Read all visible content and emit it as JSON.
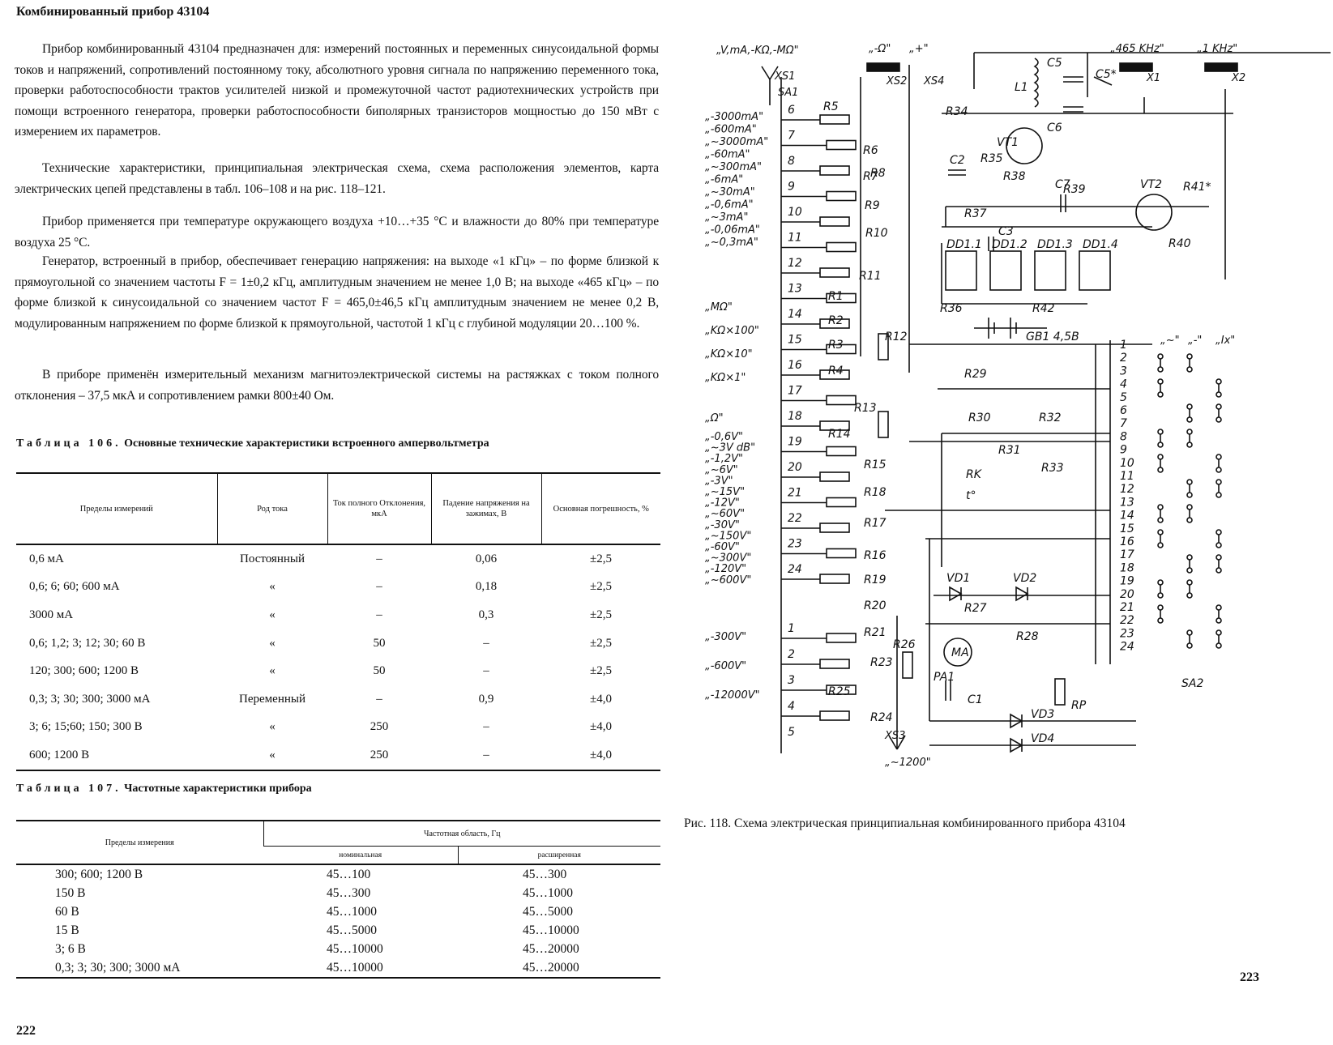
{
  "left_page": {
    "title": "Комбинированный прибор 43104",
    "paragraphs": [
      "Прибор комбинированный 43104 предназначен для: измерений постоянных и переменных синусоидальной формы токов и напряжений, сопротивлений постоянному току, абсолютного уровня сигнала по напряжению переменного тока, проверки работоспособности трактов усилителей низкой и промежуточной частот радиотехнических устройств при помощи встроенного генератора, проверки работоспособности биполярных транзисторов мощностью до 150 мВт с измерением их параметров.",
      "Технические характеристики, принципиальная электрическая схема, схема расположения элементов, карта электрических цепей представлены в табл. 106–108 и на рис. 118–121.",
      "Прибор применяется при температуре окружающего воздуха +10…+35 °С и влажности до 80% при температуре воздуха 25 °С.",
      "Генератор, встроенный в прибор, обеспечивает генерацию напряжения: на выходе «1 кГц» – по форме близкой к прямоугольной со значением частоты F = 1±0,2 кГц, амплитудным значением не менее 1,0 В; на выходе «465 кГц» – по форме близкой к синусоидальной со значением частот F = 465,0±46,5 кГц амплитудным значением не менее 0,2 В, модулированным напряжением по форме близкой к прямоугольной, частотой 1 кГц с глубиной модуляции 20…100 %.",
      "В приборе применён измерительный механизм магнитоэлектрической системы на растяжках с током полного отклонения – 37,5 мкА и сопротивлением рамки 800±40 Ом."
    ],
    "table106": {
      "caption_prefix": "Таблица 106.",
      "caption": "Основные технические характеристики встроенного ампервольтметра",
      "headers": [
        "Пределы измерений",
        "Род тока",
        "Ток полного Отклонения, мкА",
        "Падение напряжения на зажимах, В",
        "Основная погрешность, %"
      ],
      "rows": [
        [
          "0,6 мА",
          "Постоянный",
          "–",
          "0,06",
          "±2,5"
        ],
        [
          "0,6; 6; 60; 600 мА",
          "«",
          "–",
          "0,18",
          "±2,5"
        ],
        [
          "3000 мА",
          "«",
          "–",
          "0,3",
          "±2,5"
        ],
        [
          "0,6; 1,2; 3; 12; 30; 60 В",
          "«",
          "50",
          "–",
          "±2,5"
        ],
        [
          "120; 300; 600; 1200 В",
          "«",
          "50",
          "–",
          "±2,5"
        ],
        [
          "0,3; 3; 30; 300; 3000 мА",
          "Переменный",
          "–",
          "0,9",
          "±4,0"
        ],
        [
          "3; 6; 15;60; 150; 300 В",
          "«",
          "250",
          "–",
          "±4,0"
        ],
        [
          "600; 1200 В",
          "«",
          "250",
          "–",
          "±4,0"
        ]
      ]
    },
    "table107": {
      "caption_prefix": "Таблица 107.",
      "caption": "Частотные характеристики прибора",
      "header_limits": "Пределы измерения",
      "header_freq": "Частотная область, Гц",
      "header_nominal": "номинальная",
      "header_extended": "расширенная",
      "rows": [
        [
          "300; 600; 1200 В",
          "45…100",
          "45…300"
        ],
        [
          "150 В",
          "45…300",
          "45…1000"
        ],
        [
          "60 В",
          "45…1000",
          "45…5000"
        ],
        [
          "15 В",
          "45…5000",
          "45…10000"
        ],
        [
          "3; 6 В",
          "45…10000",
          "45…20000"
        ],
        [
          "0,3; 3; 30; 300; 3000 мА",
          "45…10000",
          "45…20000"
        ]
      ]
    },
    "page_number": "222"
  },
  "right_page": {
    "schematic": {
      "input_labels": [
        "„V,mA,-KΩ,-MΩ\"",
        "„-Ω\"",
        "„+\"",
        "„465 KHz\"",
        "„1 KHz\"",
        "„~1200\""
      ],
      "connectors": [
        "XS1",
        "SA1",
        "XS2",
        "XS4",
        "X1",
        "X2",
        "XS3"
      ],
      "range_labels": [
        "„-3000mA\"",
        "„-600mA\"",
        "„~3000mA\"",
        "„-60mA\"",
        "„~300mA\"",
        "„-6mA\"",
        "„~30mA\"",
        "„-0,6mA\"",
        "„~3mA\"",
        "„-0,06mA\"",
        "„~0,3mA\"",
        "„MΩ\"",
        "„KΩ×100\"",
        "„KΩ×10\"",
        "„KΩ×1\"",
        "„Ω\"",
        "„-0,6V\"",
        "„~3V dB\"",
        "„-1,2V\"",
        "„~6V\"",
        "„-3V\"",
        "„~15V\"",
        "„-12V\"",
        "„~60V\"",
        "„-30V\"",
        "„~150V\"",
        "„-60V\"",
        "„~300V\"",
        "„-120V\"",
        "„~600V\"",
        "„-300V\"",
        "„-600V\"",
        "„-12000V\""
      ],
      "switch_numbers": [
        "6",
        "7",
        "8",
        "9",
        "10",
        "11",
        "12",
        "13",
        "14",
        "15",
        "16",
        "17",
        "18",
        "19",
        "20",
        "21",
        "22",
        "23",
        "24",
        "1",
        "2",
        "3",
        "4",
        "5"
      ],
      "resistors": [
        "R5",
        "R6",
        "R7",
        "R8",
        "R9",
        "R10",
        "R11",
        "R1",
        "R2",
        "R3",
        "R4",
        "R12",
        "R13",
        "R14",
        "R15",
        "R18",
        "R17",
        "R16",
        "R19",
        "R20",
        "R21",
        "R26",
        "R23",
        "R25",
        "R24",
        "R34",
        "R35",
        "R36",
        "R37",
        "R38",
        "R39",
        "R40",
        "R41*",
        "R42",
        "R29",
        "R30",
        "R32",
        "R31",
        "R33",
        "R27",
        "R28"
      ],
      "other_parts": [
        "L1",
        "C5",
        "C5*",
        "C6",
        "C2",
        "VT1",
        "C7",
        "VT2",
        "C3",
        "DD1.1",
        "DD1.2",
        "DD1.3",
        "DD1.4",
        "GB1 4,5B",
        "RK",
        "t°",
        "VD1",
        "VD2",
        "MA",
        "PA1",
        "C1",
        "RP",
        "VD3",
        "VD4",
        "SA2"
      ],
      "sa2_labels": [
        "„~\"",
        "„-\"",
        "„Ix\""
      ]
    },
    "figure_caption": "Рис. 118. Схема электрическая принципиальная комбинированного прибора 43104",
    "page_number": "223"
  }
}
